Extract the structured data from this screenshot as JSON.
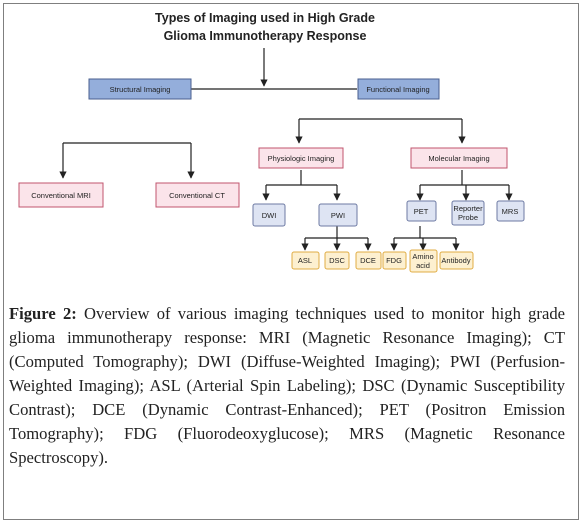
{
  "title": [
    "Types of Imaging used in High Grade",
    "Glioma Immunotherapy Response"
  ],
  "nodes": {
    "structural": "Structural Imaging",
    "functional": "Functional Imaging",
    "conventional_mri": "Conventional MRI",
    "conventional_ct": "Conventional CT",
    "physiologic": "Physiologic Imaging",
    "molecular": "Molecular Imaging",
    "dwi": "DWI",
    "pwi": "PWI",
    "pet": "PET",
    "reporter_probe": [
      "Reporter",
      "Probe"
    ],
    "mrs": "MRS",
    "asl": "ASL",
    "dsc": "DSC",
    "dce": "DCE",
    "fdg": "FDG",
    "amino_acid": [
      "Amino",
      "acid"
    ],
    "antibody": "Antibody"
  },
  "colors": {
    "blue_fill": "#94aedb",
    "blue_border": "#4a5f8f",
    "pink_fill": "#fbe4ea",
    "pink_border": "#c0556e",
    "lavender_fill": "#dee4f3",
    "lavender_border": "#6d7aa3",
    "yellow_fill": "#fdf0d0",
    "yellow_border": "#e0ad45"
  },
  "caption": {
    "label": "Figure 2:",
    "text": " Overview of various imaging techniques used to monitor high grade glioma immunotherapy response: MRI (Magnetic Resonance Imaging); CT (Computed Tomography); DWI (Diffuse-Weighted Imaging); PWI (Perfusion-Weighted Imaging); ASL (Arterial Spin Labeling); DSC (Dynamic Susceptibility Contrast); DCE (Dynamic Contrast-Enhanced); PET (Positron Emission Tomography); FDG (Fluorodeoxyglucose); MRS (Magnetic Resonance Spectroscopy)."
  }
}
